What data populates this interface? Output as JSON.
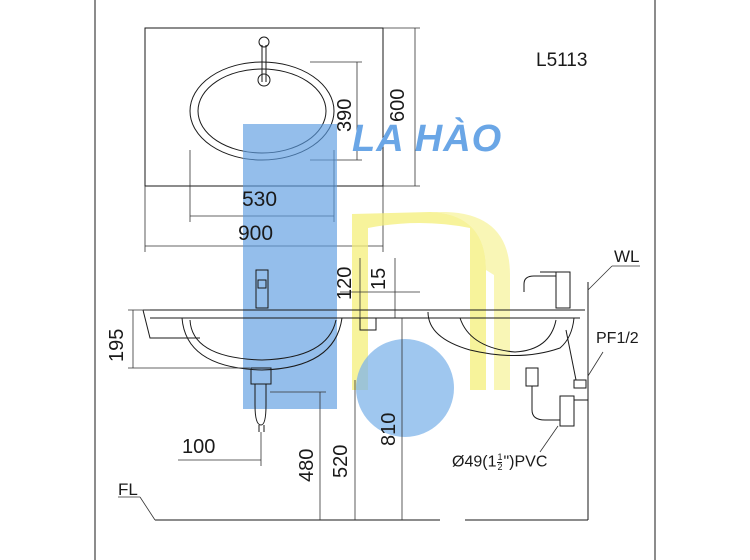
{
  "model_code": "L5113",
  "watermark": {
    "text": "LA HÀO",
    "blue": "#5b9be0",
    "yellow": "#f4ef7a",
    "overlay_blue": "#7fb4ea"
  },
  "plan_view": {
    "dims": {
      "basin_width": "530",
      "counter_width": "900",
      "basin_depth": "390",
      "counter_depth": "600"
    }
  },
  "elevation_view": {
    "dims": {
      "gap": "120",
      "thickness": "15",
      "bowl_depth": "195",
      "drain_offset": "100",
      "drain_height": "480",
      "outlet_height": "520",
      "rim_height": "810"
    },
    "labels": {
      "wall_line": "WL",
      "supply": "PF1/2",
      "floor_line": "FL"
    }
  },
  "pipe_spec": {
    "prefix": "Ø49(1",
    "frac_num": "1",
    "frac_den": "2",
    "suffix": "\")PVC"
  }
}
